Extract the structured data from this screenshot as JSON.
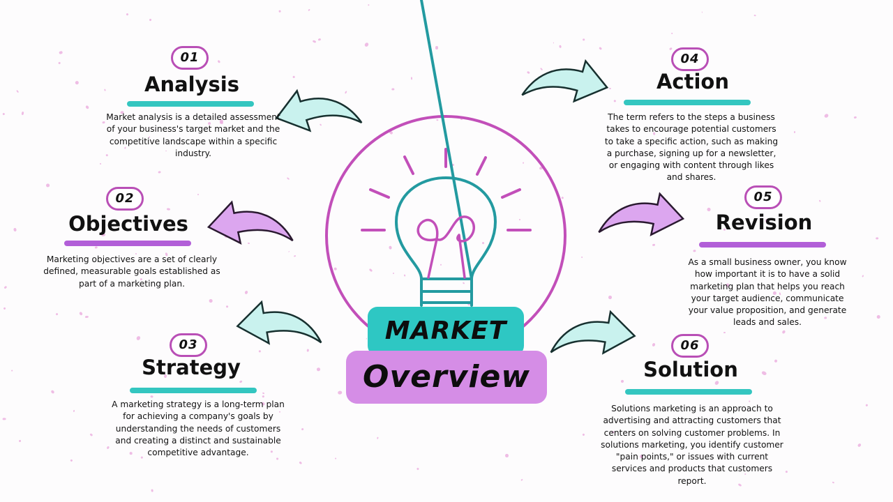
{
  "center": {
    "line1": "MARKET",
    "line2": "Overview"
  },
  "sections": [
    {
      "number": "01",
      "title": "Analysis",
      "accent": "teal",
      "description": "Market analysis is a detailed assessment of your business's target market and the competitive landscape within a specific industry."
    },
    {
      "number": "02",
      "title": "Objectives",
      "accent": "purple",
      "description": "Marketing objectives are a set of clearly defined, measurable goals established as part of a marketing plan."
    },
    {
      "number": "03",
      "title": "Strategy",
      "accent": "teal",
      "description": "A marketing strategy is a long-term plan for achieving a company's goals by understanding the needs of customers and creating a distinct and sustainable competitive advantage."
    },
    {
      "number": "04",
      "title": "Action",
      "accent": "teal",
      "description": "The term refers to the steps a business takes to encourage potential customers to take a specific action, such as making a purchase, signing up for a newsletter, or engaging with content through likes and shares."
    },
    {
      "number": "05",
      "title": "Revision",
      "accent": "purple",
      "description": "As a small business owner, you know how important it is to have a solid marketing plan that helps you reach your target audience, communicate your value proposition, and generate leads and sales."
    },
    {
      "number": "06",
      "title": "Solution",
      "accent": "teal",
      "description": "Solutions marketing is an approach to advertising and attracting customers that centers on solving customer problems. In solutions marketing, you identify customer \"pain points,\" or issues with current services and products that customers report."
    }
  ],
  "colors": {
    "teal": "#34c6c0",
    "purple": "#b25fd8",
    "circle": "#c24fb9",
    "bulb": "#239aa0",
    "filament": "#c24fb9",
    "arrow_teal": "#c9f2ee",
    "arrow_purple": "#dca6ef",
    "badge_border": "#b94fb6"
  },
  "icons": [
    "lightbulb-icon",
    "curved-arrow-icon"
  ]
}
